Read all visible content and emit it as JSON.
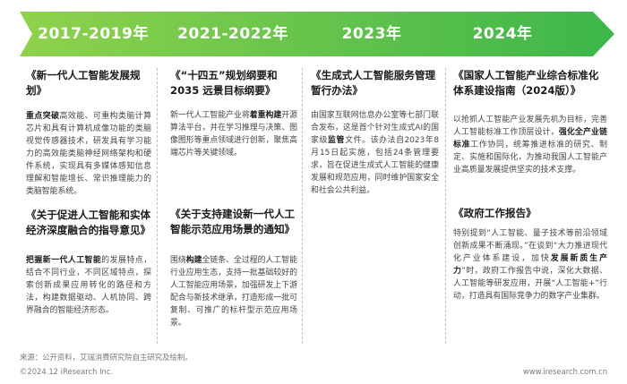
{
  "timeline": {
    "years": [
      "2017-2019年",
      "2021-2022年",
      "2023年",
      "2024年"
    ],
    "arrow_color_start": "#8ed14a",
    "arrow_color_end": "#3bb54a"
  },
  "columns": [
    {
      "sections": [
        {
          "title": "《新一代人工智能发展规划》",
          "body_prefix": "重点突破",
          "body": "高效能、可重构类脑计算芯片和具有计算机成像功能的类脑视觉传感器技术，研发具有学习能力的高效能类脑神经网络架构和硬件系统，实现具有多媒体感知信息理解和智能增长、常识推理能力的类脑智能系统。"
        },
        {
          "title": "《关于促进人工智能和实体经济深度融合的指导意见》",
          "body_prefix": "把握新一代人工智能",
          "body": "的发展特点，结合不同行业，不同区域特点，探索创新成果应用转化的路径和方法，构建数据驱动、人机协同、跨界融合的智能经济形态。"
        }
      ]
    },
    {
      "sections": [
        {
          "title": "《“十四五”规划纲要和2035 远景目标纲要》",
          "body_a": "新一代人工智能产业将",
          "body_b": "着重构建",
          "body_c": "开源算法平台，并在学习推理与决策、图像图形等重点领域进行创新，聚焦高端芯片等关键领域。"
        },
        {
          "title": "《关于支持建设新一代人工智能示范应用场景的通知》",
          "body_a": "围绕",
          "body_b": "构建",
          "body_c": "全链条、全过程的人工智能行业应用生态，支持一批基础较好的人工智能应用场景，加强研发上下游配合与新技术继承，打造形成一批可复制、可推广的标杆型示范应用场景。"
        }
      ]
    },
    {
      "sections": [
        {
          "title": "《生成式人工智能服务管理暂行办法》",
          "body_a": "由国家互联网信息办公室等七部门联合发布，这是首个针对生成式AI的国家级",
          "body_b": "监管",
          "body_c": "文件。该办法自2023年8月15日起实施，包括24条管理要求，旨在促进生成式人工智能的健康发展和规范应用，同时维护国家安全和社会公共利益。"
        }
      ]
    },
    {
      "sections": [
        {
          "title": "《国家人工智能产业综合标准化体系建设指南（2024版）》",
          "body_a": "以抢抓人工智能产业发展先机为目标，完善人工智能标准工作顶层设计，",
          "body_b": "强化全产业链标准",
          "body_c": "工作协同，统筹推进标准的研究、制定、实施和国际化，为推动我国人工智能产业高质量发展提供坚实的技术支撑。"
        },
        {
          "title": "《政府工作报告》",
          "body_a": "特别提到“人工智能、量子技术等前沿领域创新成果不断涌现。”在谈到“大力推进现代化产业体系建设，加快",
          "body_b": "发展新质生产力",
          "body_c": "”时，政府工作报告中说，深化大数据、人工智能等研发应用，开展“人工智能+”行动，打造具有国际竞争力的数字产业集群。"
        }
      ]
    }
  ],
  "footer": {
    "source": "来源：公开资料，艾瑞消费研究院自主研究及绘制。",
    "copyright": "©2024.12 iResearch Inc.",
    "website": "www.iresearch.com.cn"
  }
}
